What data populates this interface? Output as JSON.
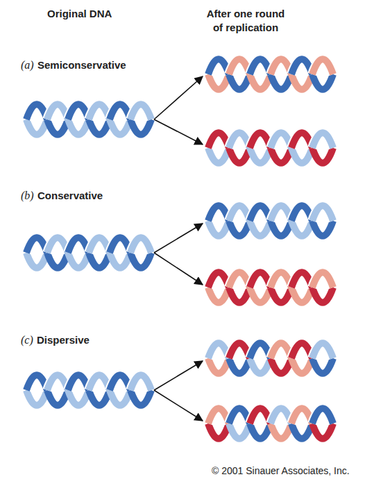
{
  "diagram": {
    "labels": [
      "Original DNA",
      "After one round of replication",
      "(a)",
      "Semiconservative",
      "(b)",
      "Conservative",
      "(c)",
      "Dispersive",
      "© 2001 Sinauer Associates, Inc."
    ]
  }
}
